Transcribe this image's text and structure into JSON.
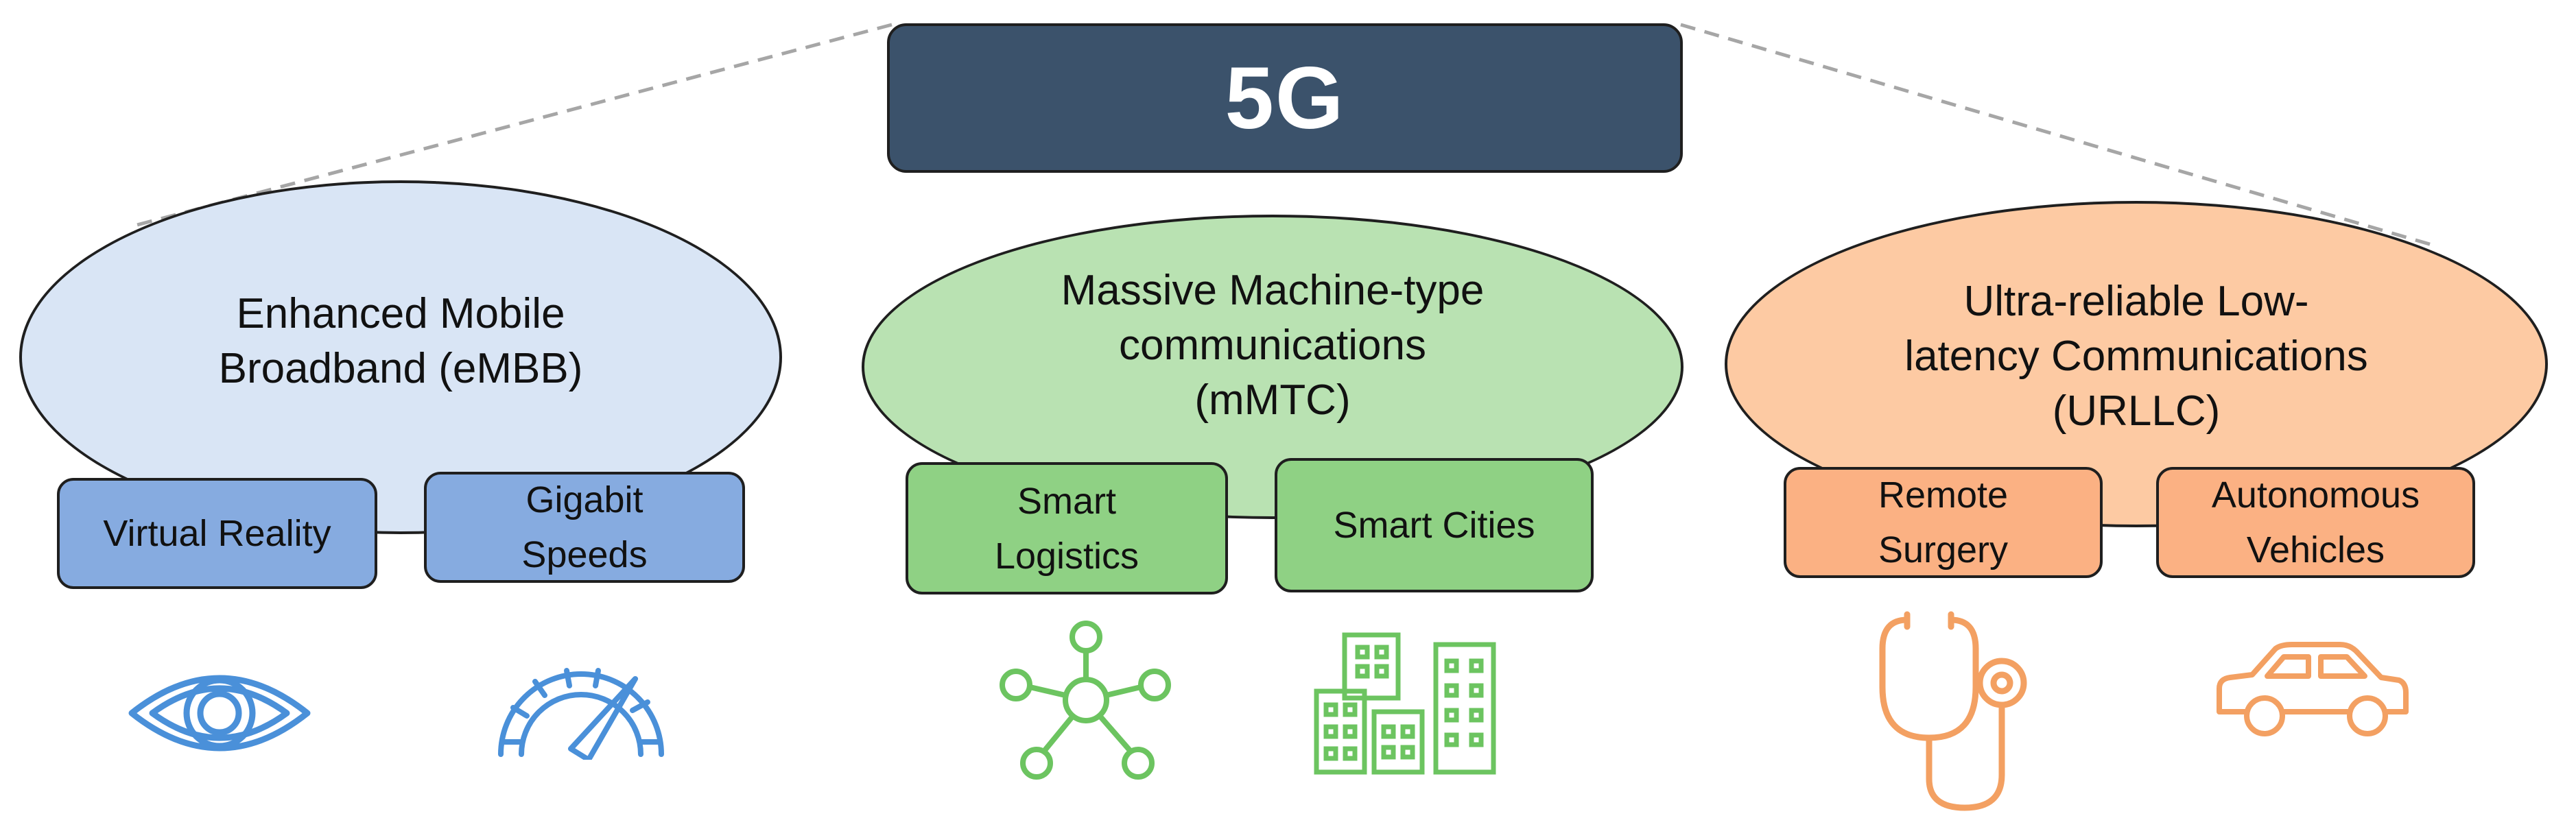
{
  "title": "5G",
  "colors": {
    "title_bg": "#3b526b",
    "embb_ellipse": "#d9e5f5",
    "embb_box": "#86abe0",
    "embb_icon": "#4a90d9",
    "mmtc_ellipse": "#b9e2b2",
    "mmtc_box": "#8fd184",
    "mmtc_icon": "#6cc460",
    "urllc_ellipse": "#fdcaa3",
    "urllc_box": "#fbb183",
    "urllc_icon": "#f3a062"
  },
  "categories": [
    {
      "name_lines": [
        "Enhanced Mobile",
        "Broadband (eMBB)"
      ],
      "use_cases": [
        {
          "label_lines": [
            "Virtual Reality"
          ],
          "icon": "eye-icon"
        },
        {
          "label_lines": [
            "Gigabit",
            "Speeds"
          ],
          "icon": "speedometer-icon"
        }
      ]
    },
    {
      "name_lines": [
        "Massive Machine-type",
        "communications",
        "(mMTC)"
      ],
      "use_cases": [
        {
          "label_lines": [
            "Smart",
            "Logistics"
          ],
          "icon": "network-hub-icon"
        },
        {
          "label_lines": [
            "Smart Cities"
          ],
          "icon": "city-buildings-icon"
        }
      ]
    },
    {
      "name_lines": [
        "Ultra-reliable Low-",
        "latency Communications",
        "(URLLC)"
      ],
      "use_cases": [
        {
          "label_lines": [
            "Remote",
            "Surgery"
          ],
          "icon": "stethoscope-icon"
        },
        {
          "label_lines": [
            "Autonomous",
            "Vehicles"
          ],
          "icon": "car-icon"
        }
      ]
    }
  ]
}
